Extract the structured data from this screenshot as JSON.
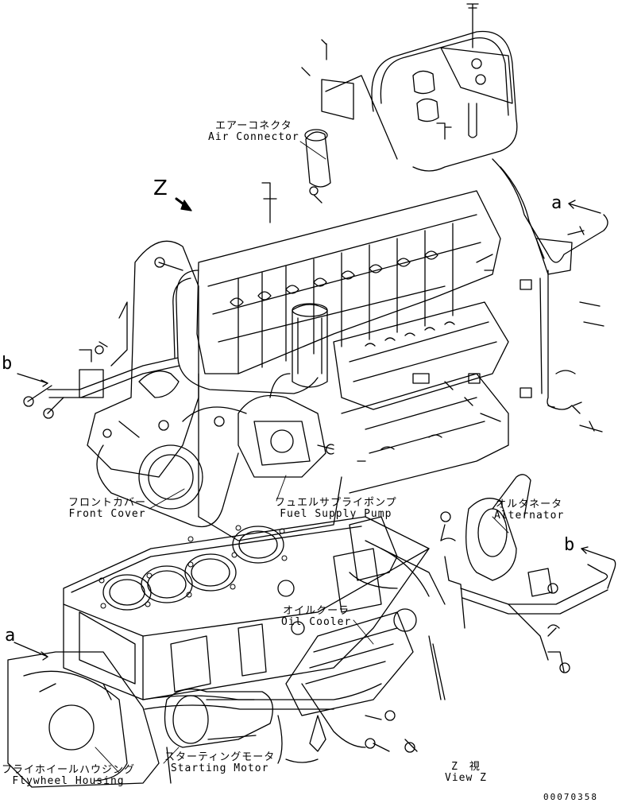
{
  "labels": {
    "air_connector": {
      "jp": "エアーコネクタ",
      "en": "Air Connector"
    },
    "front_cover": {
      "jp": "フロントカバー",
      "en": "Front Cover"
    },
    "fuel_supply_pump": {
      "jp": "フュエルサプライポンプ",
      "en": "Fuel Supply Pump"
    },
    "alternator": {
      "jp": "オルタネータ",
      "en": "Alternator"
    },
    "oil_cooler": {
      "jp": "オイルクーラ",
      "en": "Oil Cooler"
    },
    "starting_motor": {
      "jp": "スターティングモータ",
      "en": "Starting Motor"
    },
    "flywheel_housing": {
      "jp": "フライホイールハウジング",
      "en": "Flywheel Housing"
    },
    "view_z": {
      "jp": "Z　視",
      "en": "View Z"
    }
  },
  "markers": {
    "z": "Z",
    "a_top": "a",
    "a_left": "a",
    "b_left": "b",
    "b_right": "b"
  },
  "document_number": "00070358"
}
